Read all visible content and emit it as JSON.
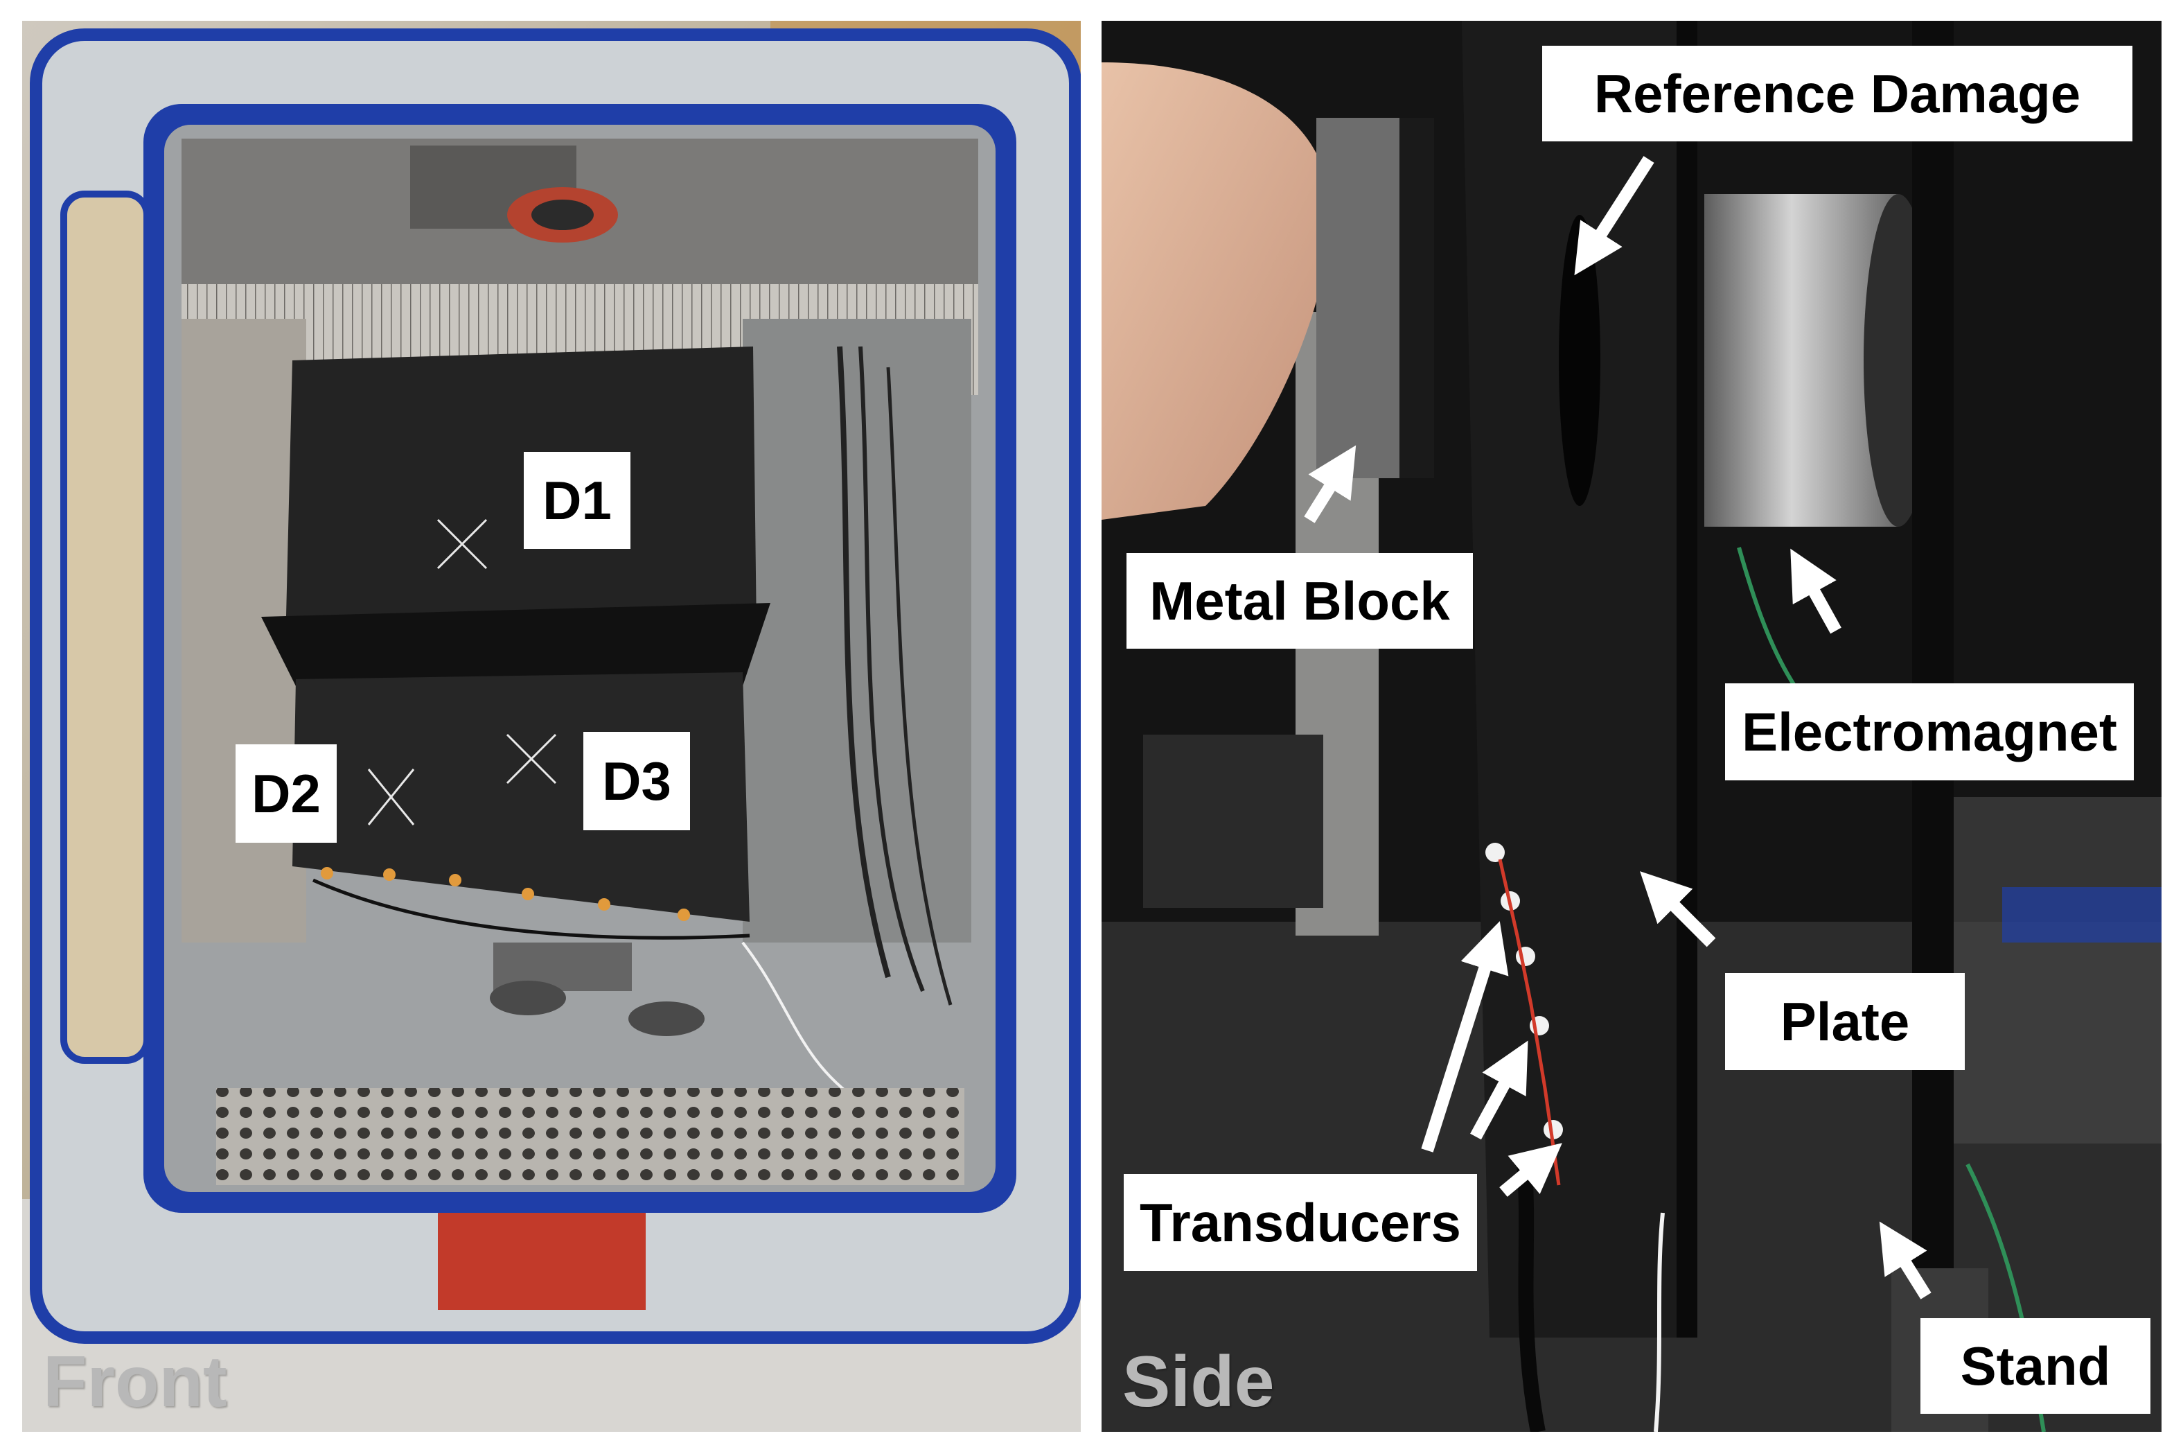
{
  "front": {
    "caption": "Front",
    "markers": [
      {
        "id": "D1",
        "label": "D1"
      },
      {
        "id": "D2",
        "label": "D2"
      },
      {
        "id": "D3",
        "label": "D3"
      }
    ]
  },
  "side": {
    "caption": "Side",
    "labels": {
      "reference_damage": "Reference Damage",
      "metal_block": "Metal Block",
      "electromagnet": "Electromagnet",
      "plate": "Plate",
      "transducers": "Transducers",
      "stand": "Stand"
    }
  },
  "colors": {
    "chamber_frame": "#1f3ea8",
    "plate": "#232323",
    "label_bg": "#ffffff",
    "caption": "#b8b8b8",
    "arrow": "#ffffff"
  }
}
